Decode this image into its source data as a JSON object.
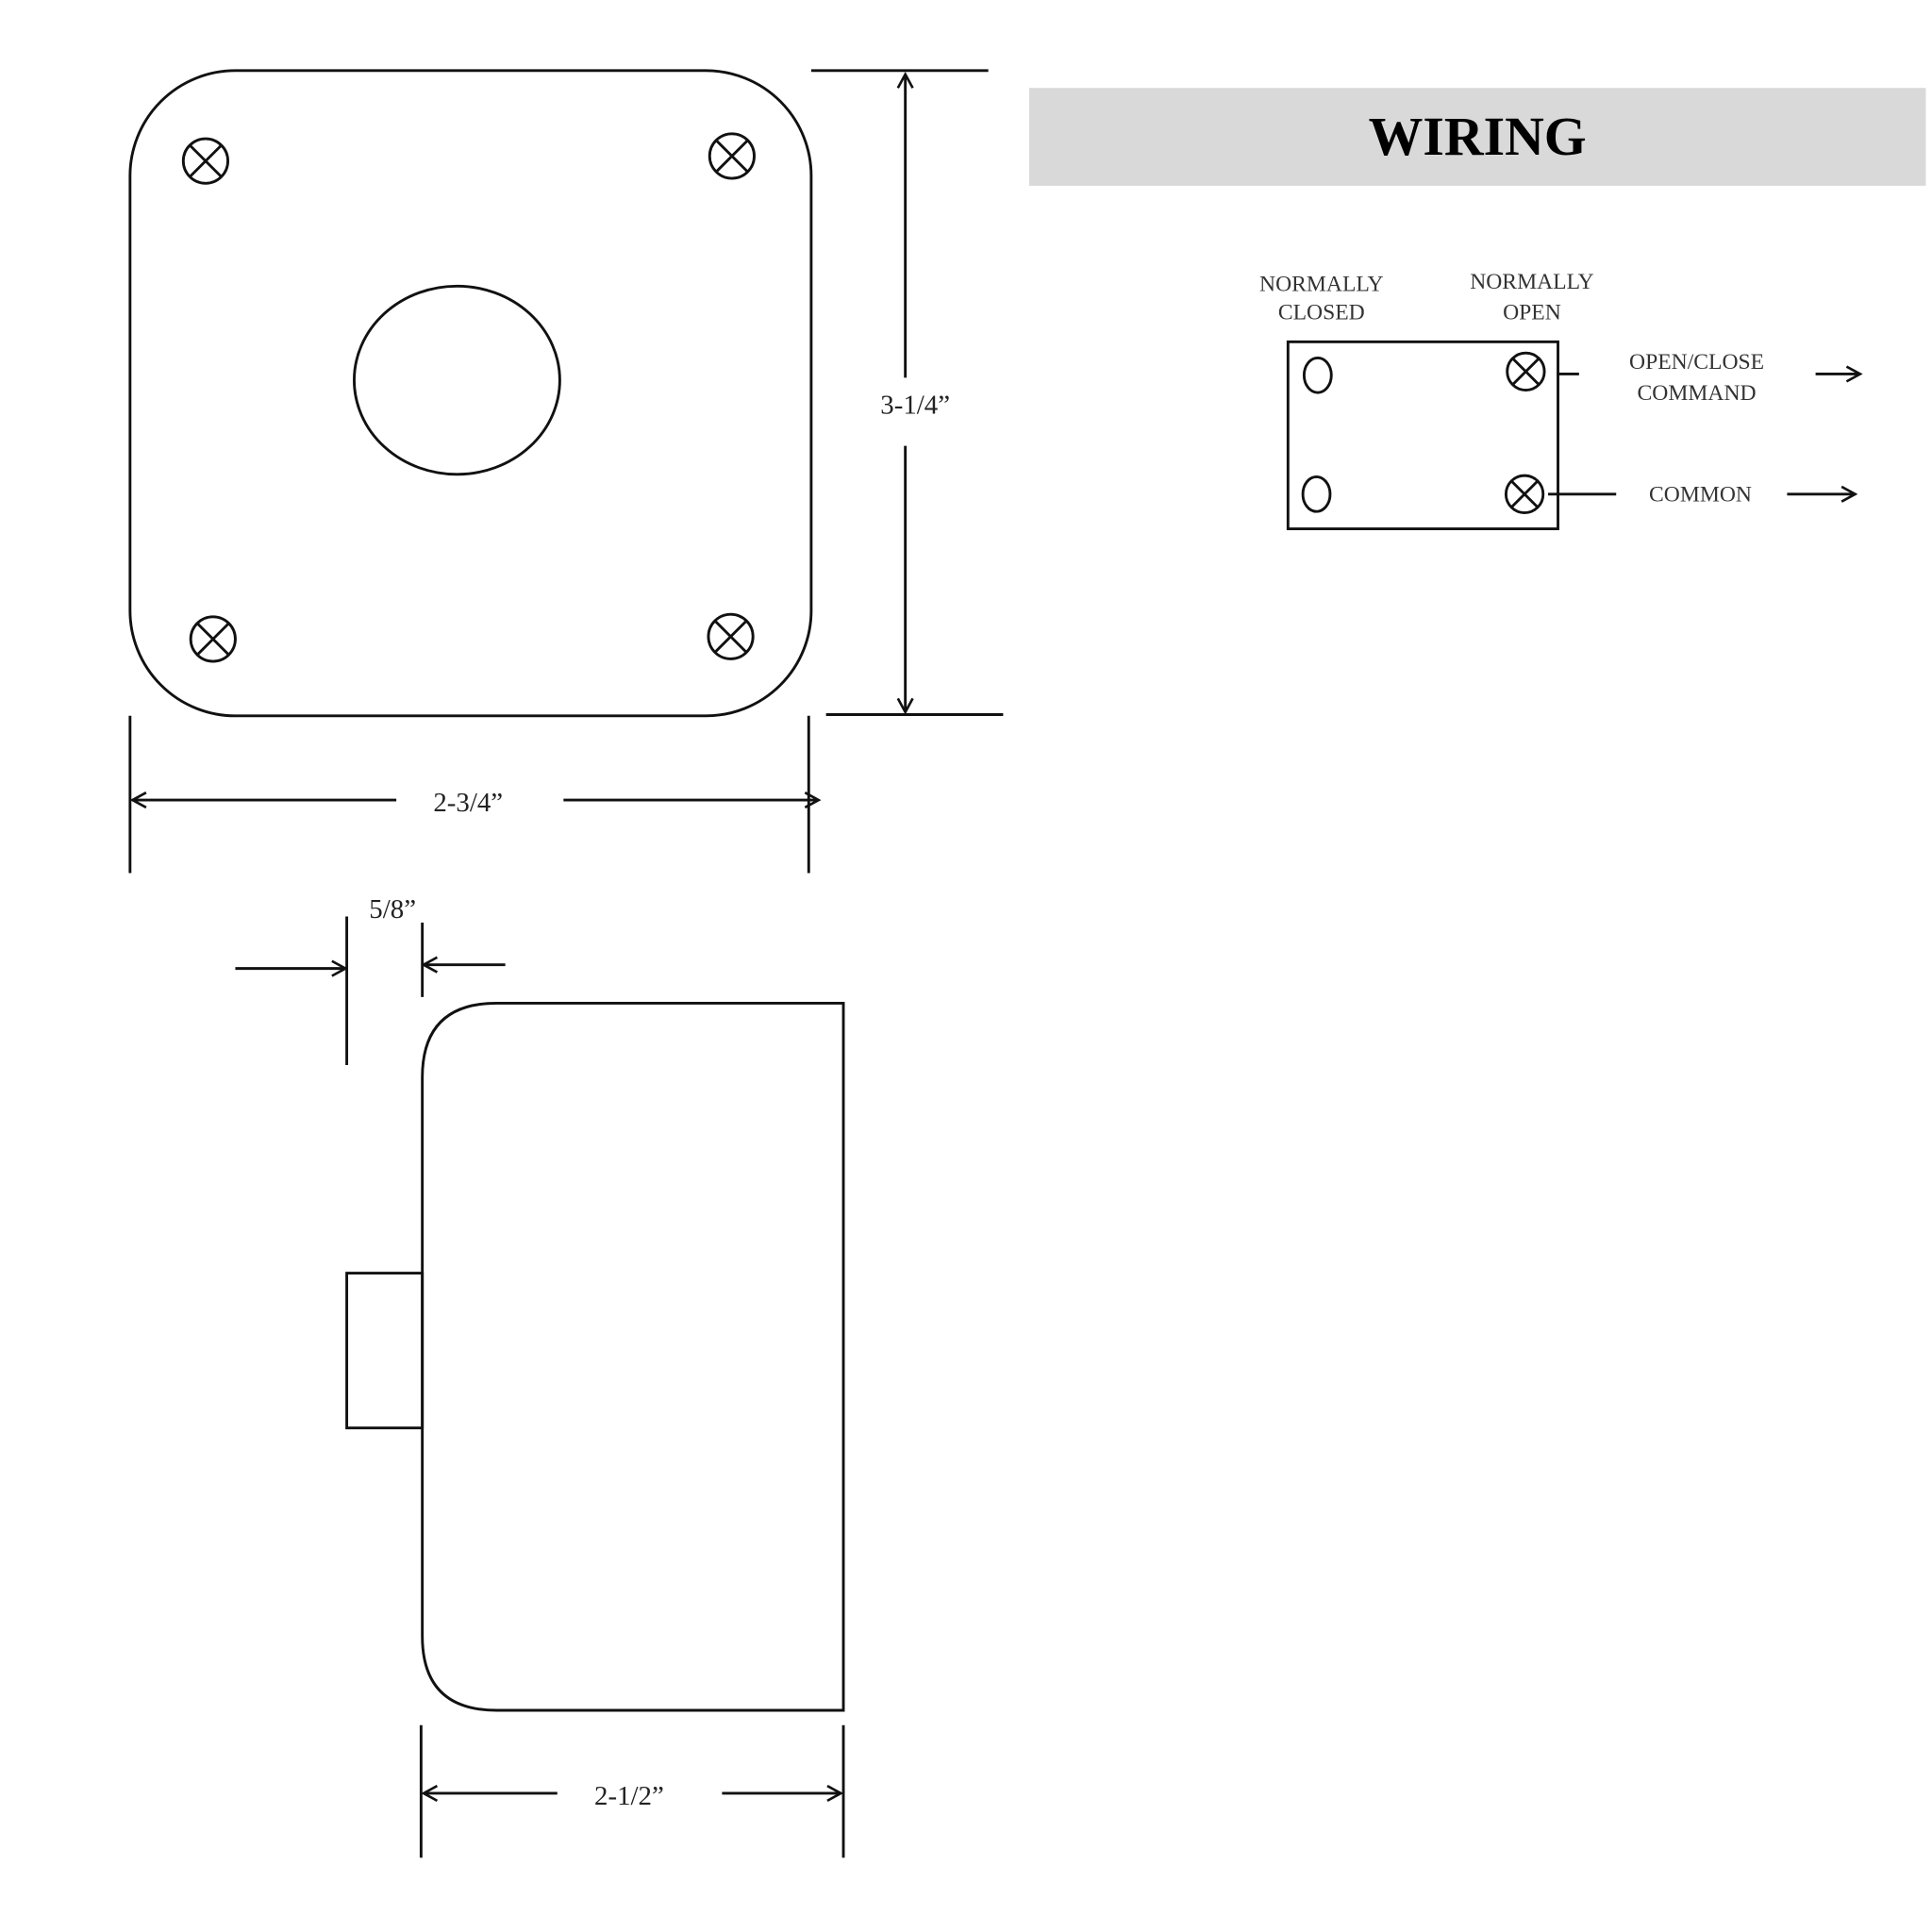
{
  "front_view": {
    "height_label": "3-1/4”",
    "width_label": "2-3/4”"
  },
  "side_view": {
    "depth_label": "5/8”",
    "width_label": "2-1/2”"
  },
  "wiring": {
    "title": "WIRING",
    "nc_label": [
      "NORMALLY",
      "CLOSED"
    ],
    "no_label": [
      "NORMALLY",
      "OPEN"
    ],
    "command_label": [
      "OPEN/CLOSE",
      "COMMAND"
    ],
    "common_label": "COMMON",
    "header_color": "#d9d9d9"
  }
}
